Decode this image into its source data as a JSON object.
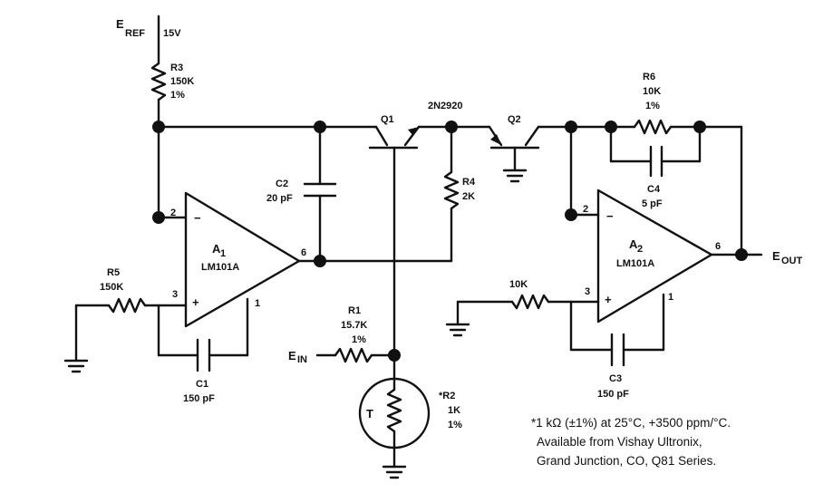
{
  "eref": {
    "label": "E",
    "sub": "REF",
    "voltage": "15V"
  },
  "r3": {
    "name": "R3",
    "value": "150K",
    "tol": "1%"
  },
  "transistors": {
    "q1": "Q1",
    "part": "2N2920",
    "q2": "Q2"
  },
  "r6": {
    "name": "R6",
    "value": "10K",
    "tol": "1%"
  },
  "c2": {
    "name": "C2",
    "value": "20 pF"
  },
  "r4": {
    "name": "R4",
    "value": "2K"
  },
  "c4": {
    "name": "C4",
    "value": "5 pF"
  },
  "a1": {
    "name": "A",
    "sub": "1",
    "part": "LM101A",
    "pin2": "2",
    "pin3": "3",
    "pin6": "6",
    "pin1": "1",
    "minus": "−",
    "plus": "+"
  },
  "a2": {
    "name": "A",
    "sub": "2",
    "part": "LM101A",
    "pin2": "2",
    "pin3": "3",
    "pin6": "6",
    "pin1": "1",
    "minus": "−",
    "plus": "+"
  },
  "r5": {
    "name": "R5",
    "value": "150K"
  },
  "r_in2": {
    "value": "10K"
  },
  "eout": {
    "label": "E",
    "sub": "OUT"
  },
  "r1": {
    "name": "R1",
    "value": "15.7K",
    "tol": "1%"
  },
  "ein": {
    "label": "E",
    "sub": "IN"
  },
  "c1": {
    "name": "C1",
    "value": "150 pF"
  },
  "c3": {
    "name": "C3",
    "value": "150 pF"
  },
  "r2": {
    "name": "*R2",
    "value": "1K",
    "tol": "1%",
    "thermistor": "T"
  },
  "note": {
    "line1": "*1 kΩ (±1%) at 25°C, +3500 ppm/°C.",
    "line2": "Available from Vishay Ultronix,",
    "line3": "Grand Junction, CO, Q81 Series."
  }
}
